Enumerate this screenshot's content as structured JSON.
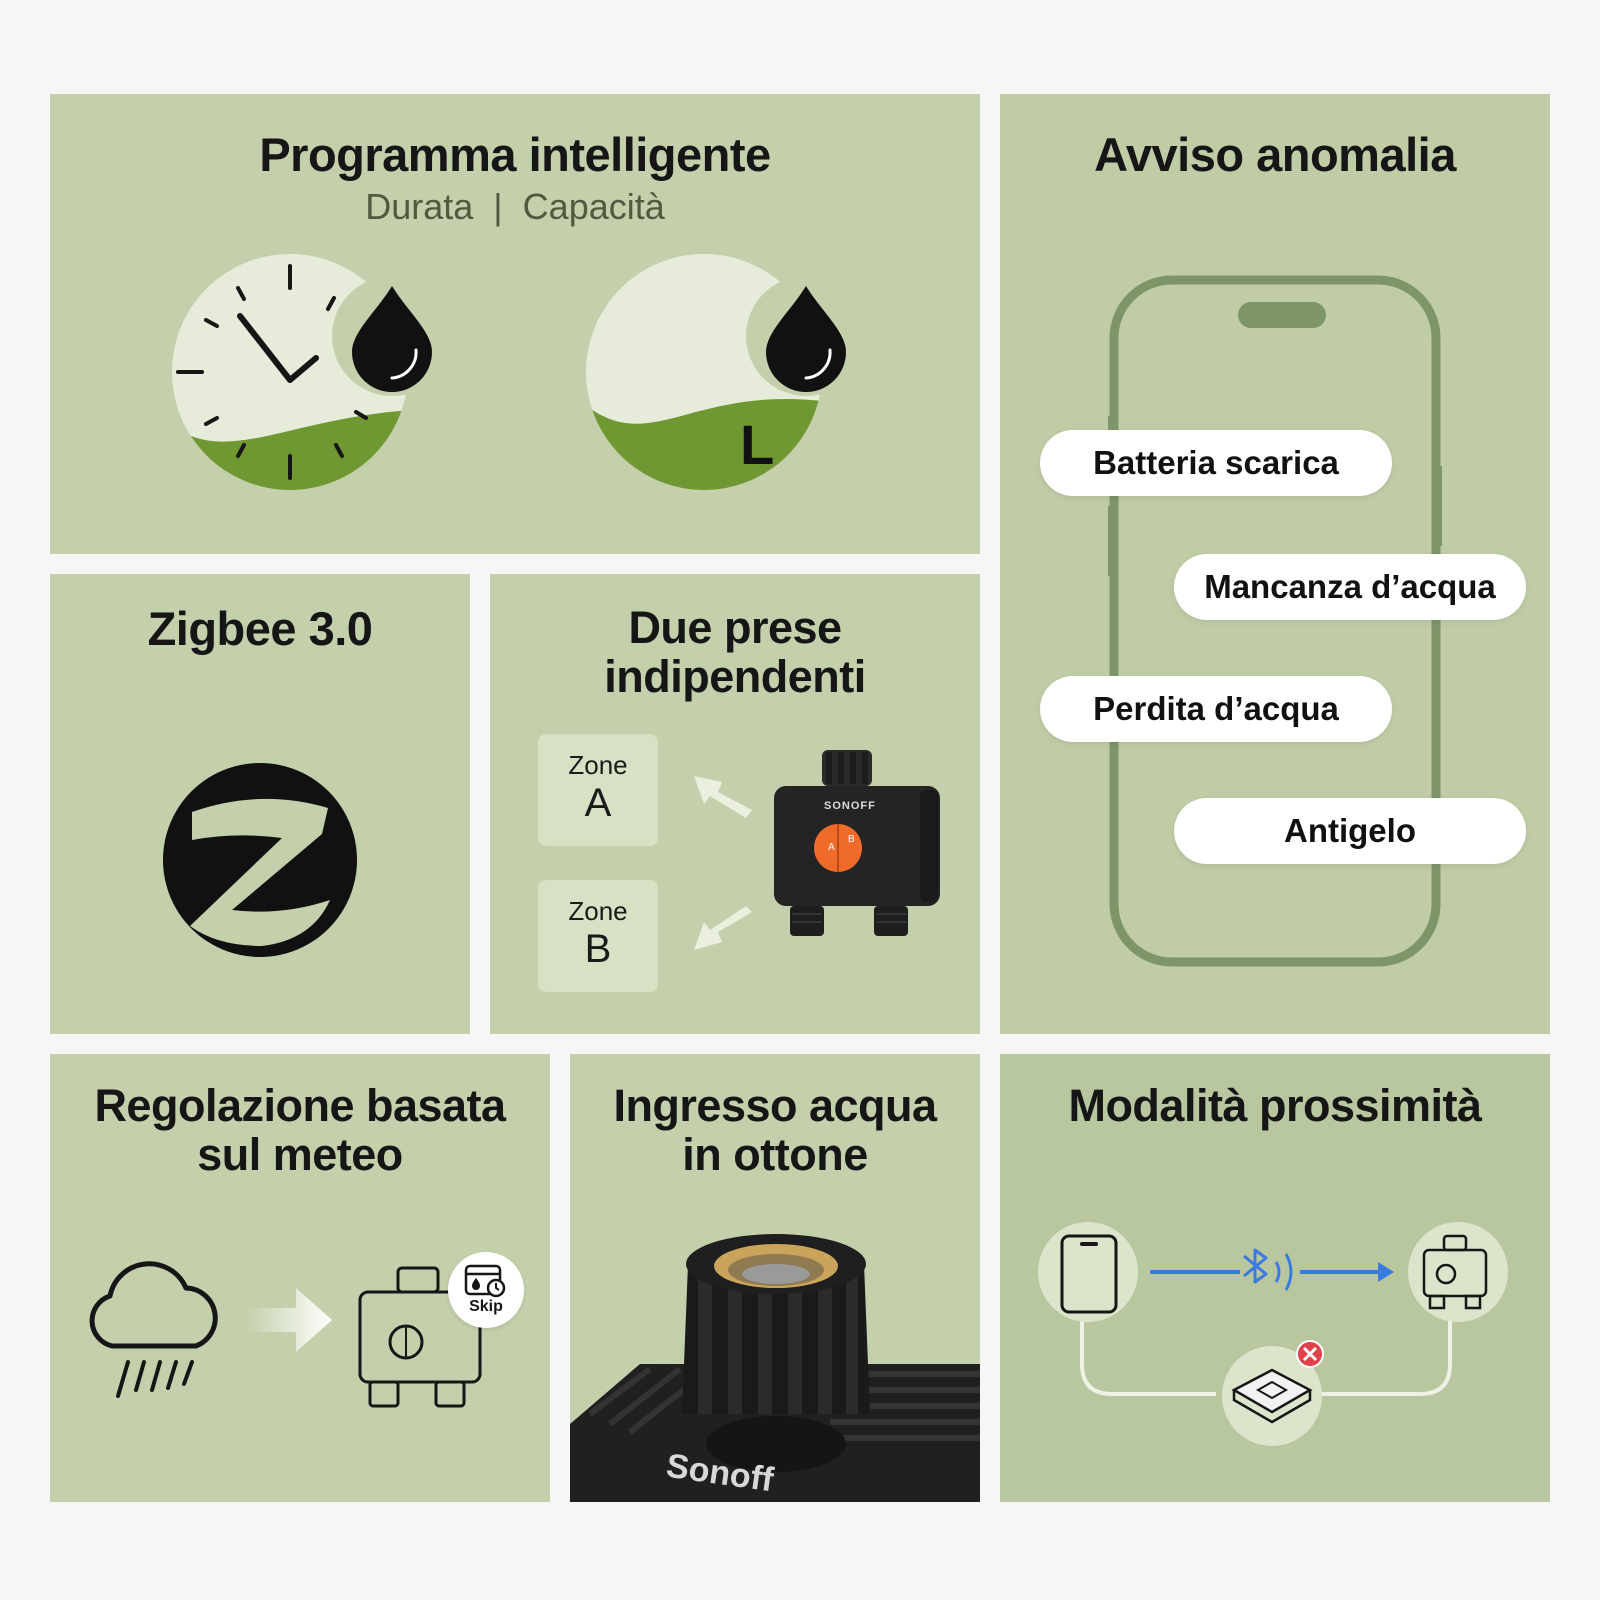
{
  "panels": {
    "programma": {
      "title": "Programma intelligente",
      "subtitle_left": "Durata",
      "subtitle_sep": "|",
      "subtitle_right": "Capacità",
      "capacity_unit": "L"
    },
    "avviso": {
      "title": "Avviso anomalia",
      "alerts": [
        "Batteria scarica",
        "Mancanza d’acqua",
        "Perdita d’acqua",
        "Antigelo"
      ]
    },
    "zigbee": {
      "title": "Zigbee 3.0"
    },
    "prese": {
      "title_line1": "Due prese",
      "title_line2": "indipendenti",
      "zone_word": "Zone",
      "zone_a": "A",
      "zone_b": "B",
      "device_brand": "SONOFF",
      "button_a": "A",
      "button_b": "B"
    },
    "meteo": {
      "title_line1": "Regolazione basata",
      "title_line2": "sul meteo",
      "skip_label": "Skip"
    },
    "ottone": {
      "title_line1": "Ingresso acqua",
      "title_line2": "in ottone",
      "brand": "Sonoff"
    },
    "prossimita": {
      "title": "Modalità prossimità"
    }
  },
  "colors": {
    "panel": "#c4d0ac",
    "accent_green": "#6f9833",
    "bluetooth": "#3a7be0",
    "error": "#e0414a"
  }
}
